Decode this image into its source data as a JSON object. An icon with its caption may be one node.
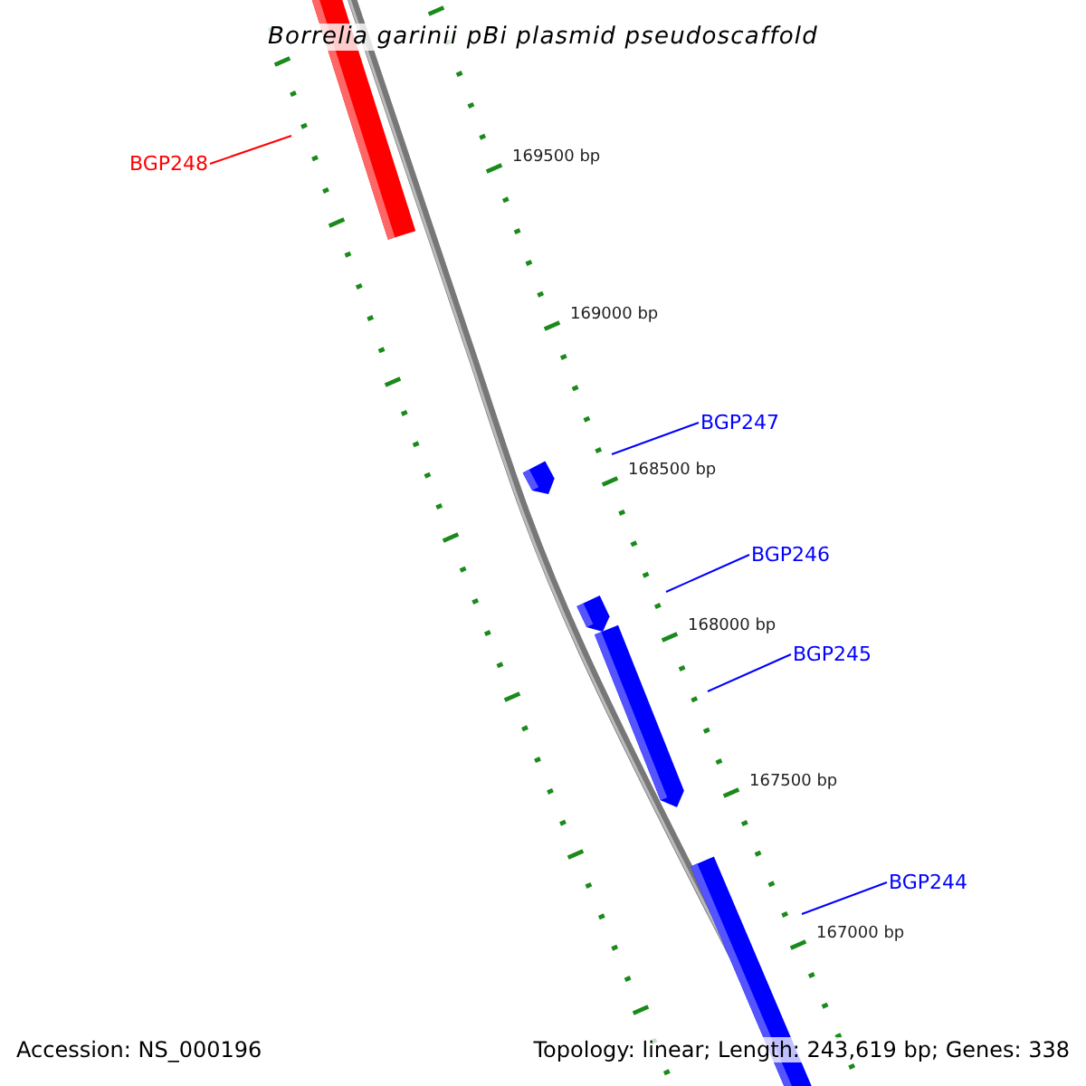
{
  "diagram": {
    "title": "Borrelia garinii pBi plasmid pseudoscaffold",
    "nodes": [
      {
        "text": [
          "BGP248"
        ]
      },
      {
        "text": [
          "BGP247"
        ]
      },
      {
        "text": [
          "BGP246"
        ]
      },
      {
        "text": [
          "BGP245"
        ]
      },
      {
        "text": [
          "BGP244"
        ]
      }
    ],
    "edges": [
      {
        "from": 0,
        "to": null,
        "arrow": "none",
        "color": "#ff0000"
      },
      {
        "from": 1,
        "to": null,
        "arrow": "none"
      },
      {
        "from": 2,
        "to": null,
        "arrow": "none"
      },
      {
        "from": 3,
        "to": null,
        "arrow": "none"
      },
      {
        "from": 4,
        "to": null,
        "arrow": "none"
      }
    ],
    "labels": [
      "169500 bp",
      "169000 bp",
      "168500 bp",
      "168000 bp",
      "167500 bp",
      "167000 bp",
      "Accession: NS_000196",
      "Topology: linear; Length: 243,619 bp; Genes: 338"
    ]
  }
}
